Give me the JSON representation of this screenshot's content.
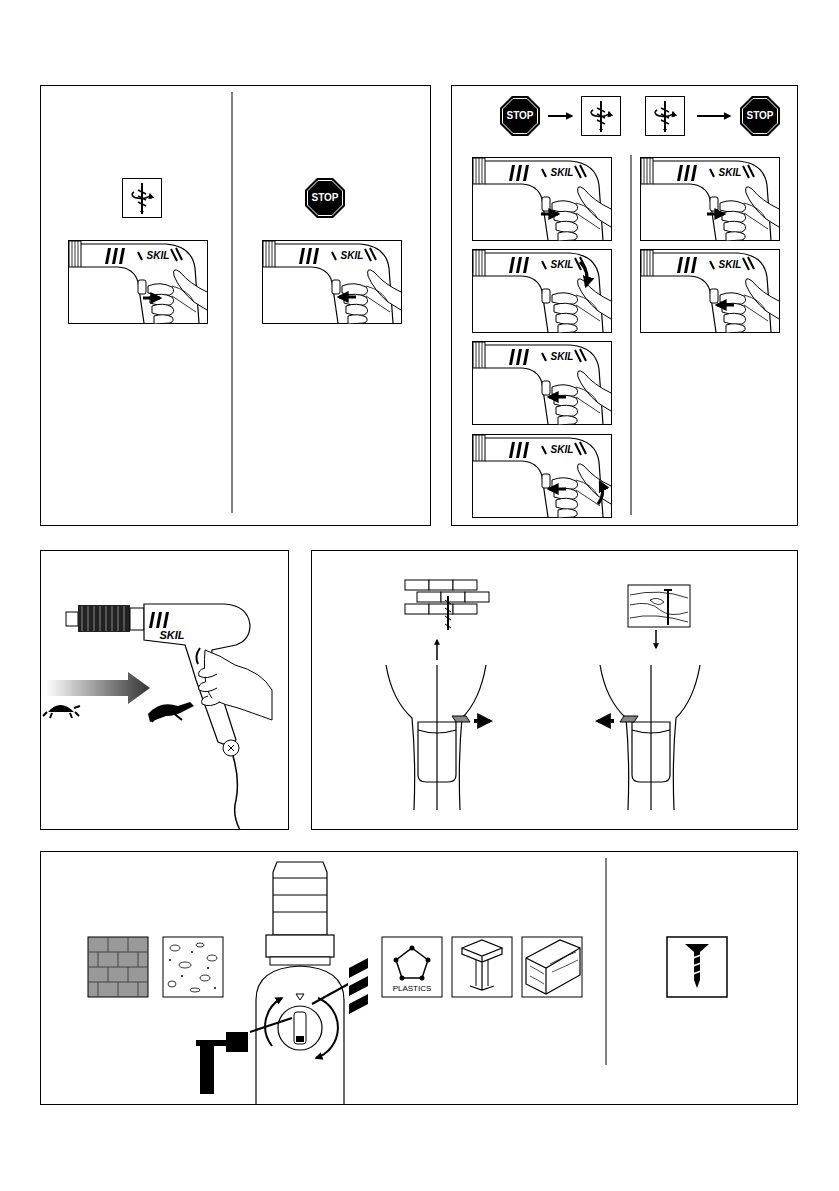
{
  "diagram": {
    "labels": [
      "SKIL",
      "STOP",
      "SKIL",
      "STOP",
      "STOP",
      "SKIL",
      "SKIL",
      "SKIL",
      "SKIL",
      "SKIL",
      "SKIL",
      "SKIL",
      "PLASTICS"
    ]
  }
}
